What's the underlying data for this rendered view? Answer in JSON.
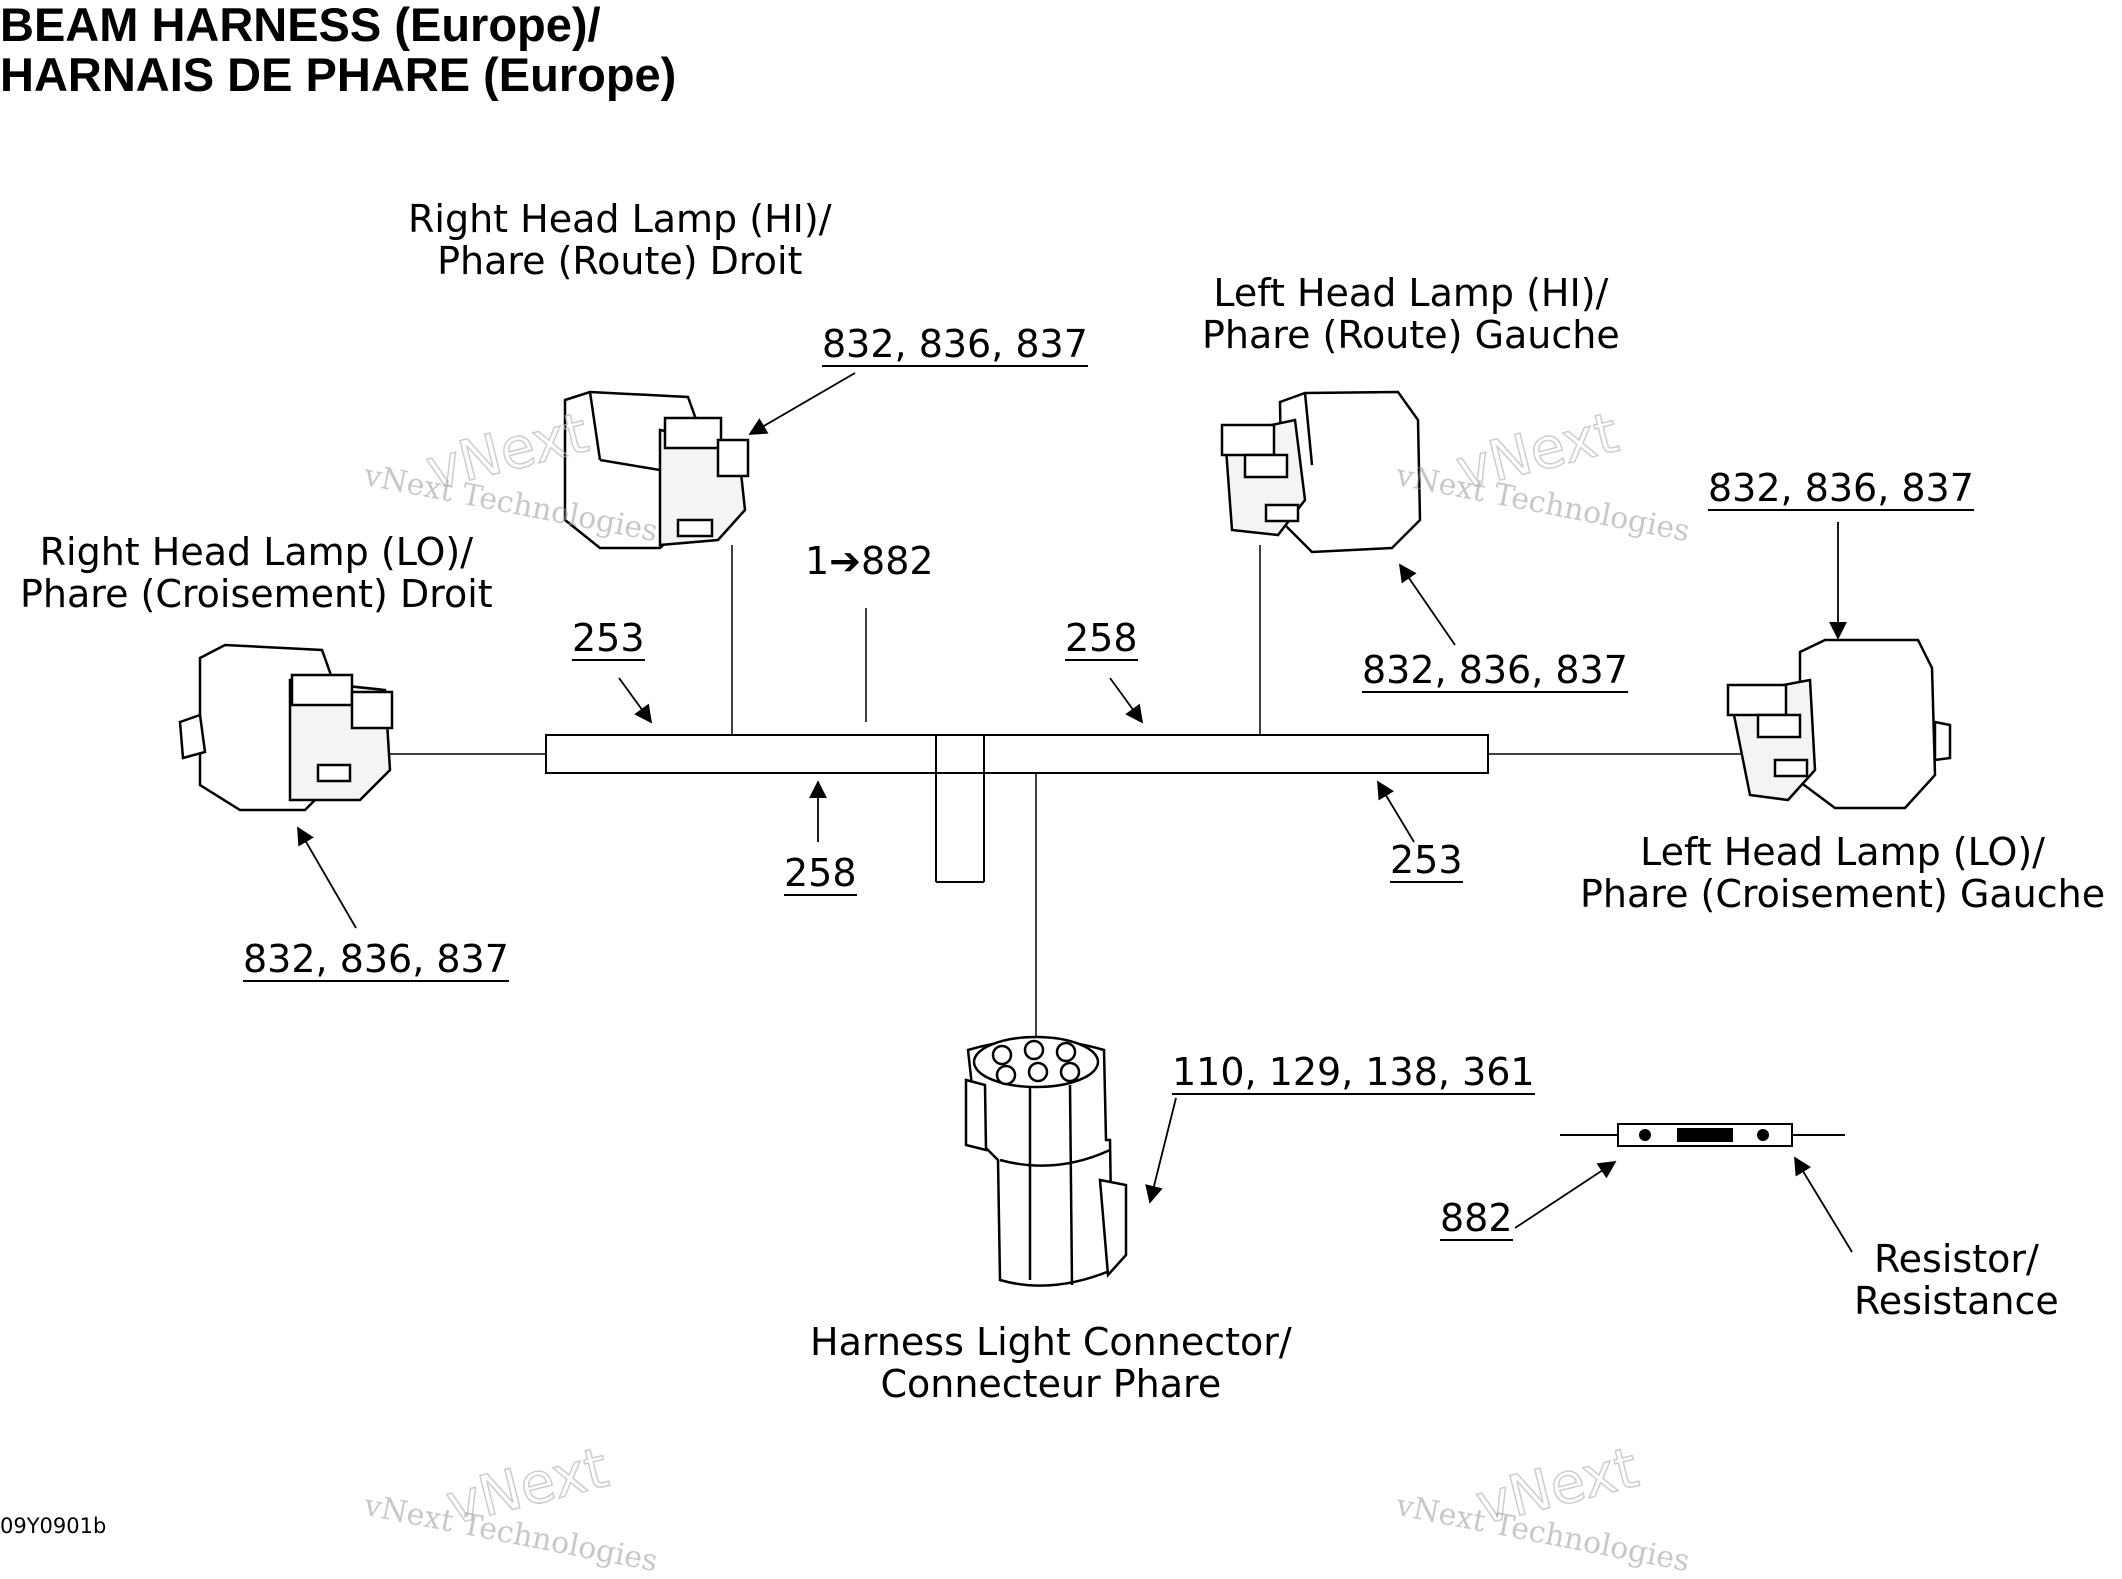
{
  "title": {
    "line1": "BEAM HARNESS (Europe)/",
    "line2": "HARNAIS DE PHARE (Europe)"
  },
  "components": {
    "right_hi": {
      "line1": "Right Head Lamp (HI)/",
      "line2": "Phare (Route) Droit"
    },
    "left_hi": {
      "line1": "Left Head Lamp (HI)/",
      "line2": "Phare (Route) Gauche"
    },
    "right_lo": {
      "line1": "Right Head Lamp (LO)/",
      "line2": "Phare (Croisement) Droit"
    },
    "left_lo": {
      "line1": "Left Head Lamp (LO)/",
      "line2": "Phare (Croisement) Gauche"
    },
    "connector": {
      "line1": "Harness Light Connector/",
      "line2": "Connecteur Phare"
    },
    "resistor": {
      "line1": "Resistor/",
      "line2": "Resistance"
    }
  },
  "refs": {
    "right_hi_parts": "832, 836, 837",
    "left_hi_parts": "832, 836, 837",
    "left_lo_parts": "832, 836, 837",
    "right_lo_parts": "832, 836, 837",
    "connector_parts": "110, 129, 138, 361",
    "resistor_part": "882",
    "harness_left_top": "253",
    "harness_right_top": "258",
    "harness_left_bottom": "258",
    "harness_right_bottom": "253",
    "branch_note": "1➔882"
  },
  "drawing_code": "09Y0901b",
  "watermark": {
    "text": "vNext Technologies",
    "word1": "vNext",
    "word2": "Technologies"
  }
}
